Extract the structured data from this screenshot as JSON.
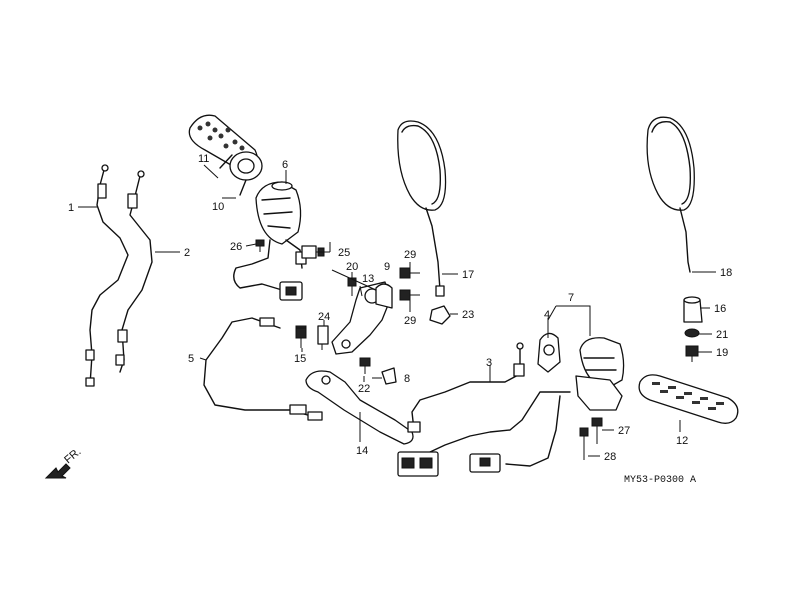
{
  "diagram": {
    "code": "MY53-P0300 A",
    "direction_label": "FR.",
    "callouts": {
      "c1": "1",
      "c2": "2",
      "c3": "3",
      "c4": "4",
      "c5": "5",
      "c6": "6",
      "c7": "7",
      "c8": "8",
      "c9": "9",
      "c10": "10",
      "c11": "11",
      "c12": "12",
      "c13": "13",
      "c14": "14",
      "c15": "15",
      "c16": "16",
      "c17": "17",
      "c18": "18",
      "c19": "19",
      "c20": "20",
      "c21": "21",
      "c22": "22",
      "c23": "23",
      "c24": "24",
      "c25": "25",
      "c26": "26",
      "c27": "27",
      "c28": "28",
      "c29a": "29",
      "c29b": "29"
    }
  }
}
